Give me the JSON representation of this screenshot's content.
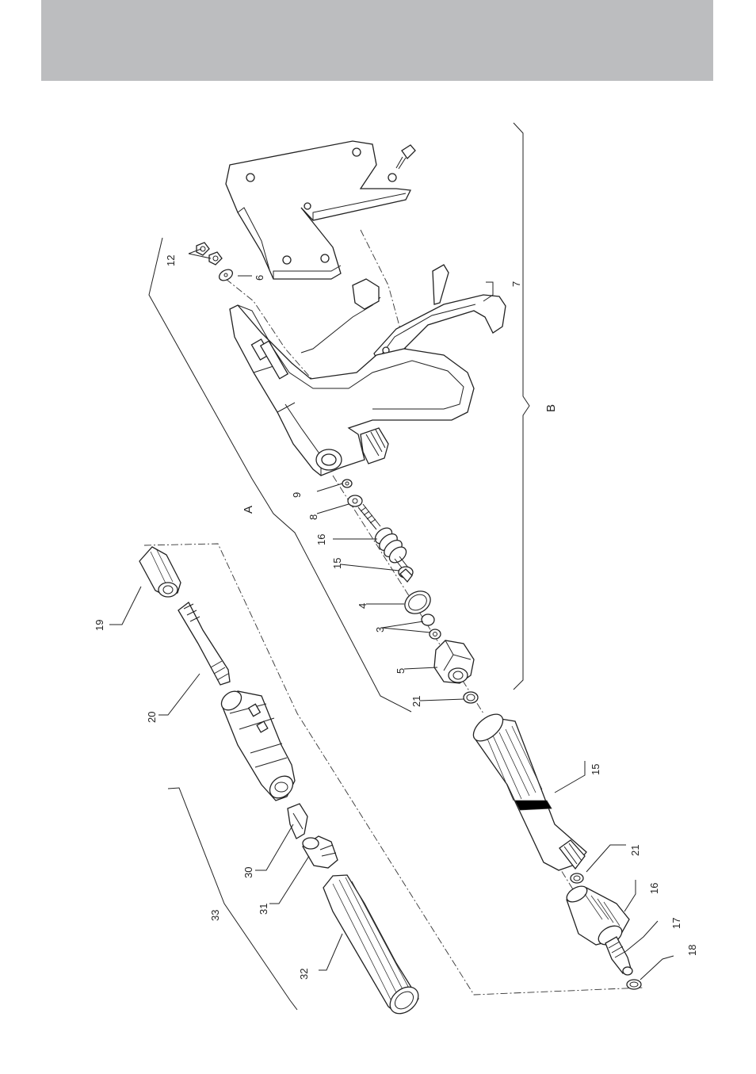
{
  "header": {
    "color": "#bcbdbf"
  },
  "group_labels": {
    "a": "A",
    "b": "B"
  },
  "labels": {
    "p12": "12",
    "p6": "6",
    "p7": "7",
    "p9": "9",
    "p8": "8",
    "p16a": "16",
    "p15a": "15",
    "p4": "4",
    "p3": "3",
    "p5": "5",
    "p21a": "21",
    "p15b": "15",
    "p21b": "21",
    "p16b": "16",
    "p17": "17",
    "p18": "18",
    "p19": "19",
    "p20": "20",
    "p30": "30",
    "p31": "31",
    "p32": "32",
    "p33": "33"
  }
}
